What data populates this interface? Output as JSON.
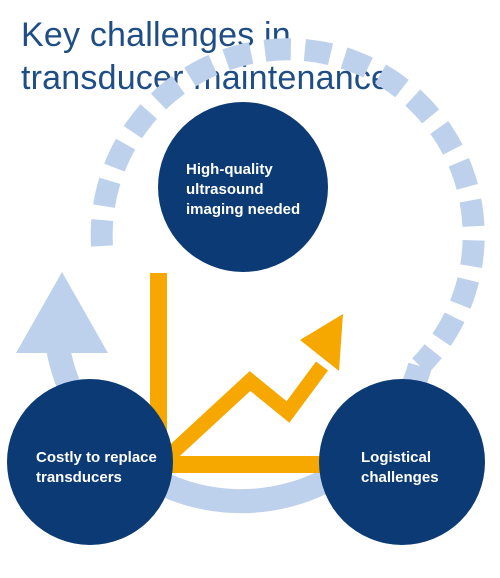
{
  "title": {
    "line1": "Key challenges in",
    "line2": "transducer maintenance"
  },
  "nodes": {
    "top": {
      "line1": "High-quality",
      "line2": "ultrasound",
      "line3": "imaging needed"
    },
    "left": {
      "line1": "Costly to replace",
      "line2": "transducers"
    },
    "right": {
      "line1": "Logistical",
      "line2": "challenges"
    }
  },
  "colors": {
    "title": "#1f4d86",
    "circle": "#0b3a74",
    "cycle_arrow": "#bed1ec",
    "growth_chart": "#f6a800",
    "label_text": "#ffffff"
  }
}
